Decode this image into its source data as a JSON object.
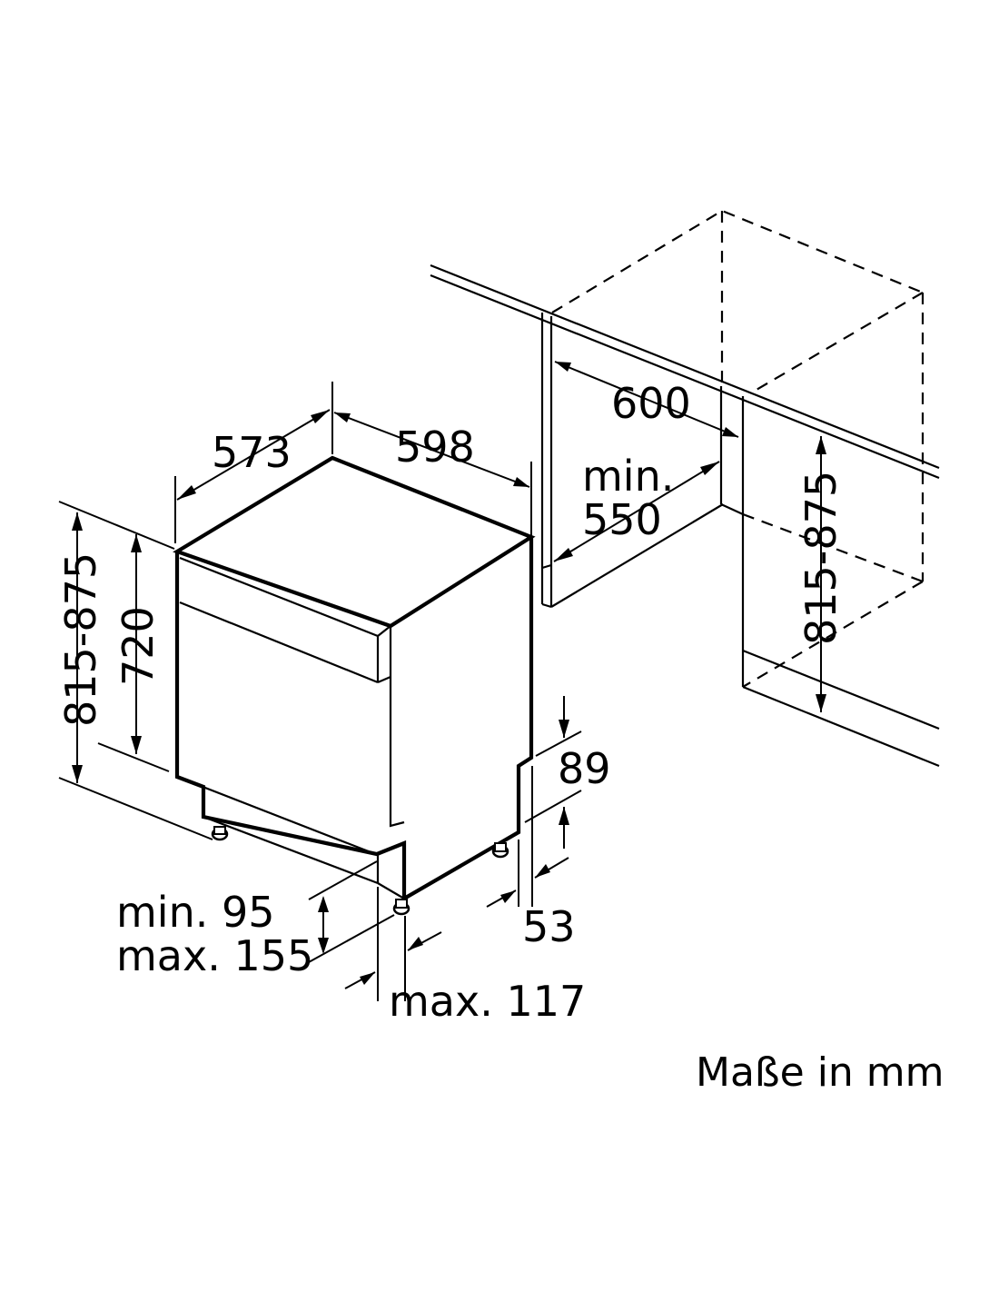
{
  "dimensions": {
    "depth": "573",
    "width": "598",
    "height_range": "815-875",
    "body_height": "720",
    "niche_width": "600",
    "niche_depth_line1": "min.",
    "niche_depth_line2": "550",
    "niche_height_range": "815-875",
    "plinth_top_offset": "89",
    "plinth_depth": "53",
    "plinth_height_line1": "min. 95",
    "plinth_height_line2": "max. 155",
    "plinth_setback": "max. 117"
  },
  "units_note": "Maße in mm"
}
